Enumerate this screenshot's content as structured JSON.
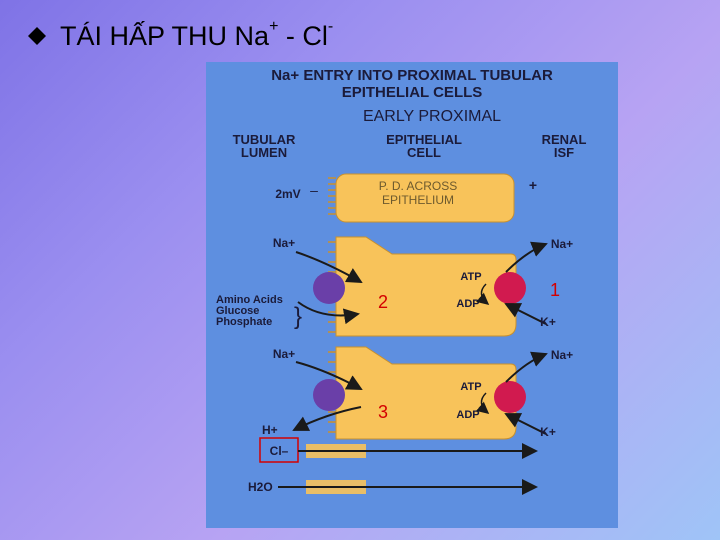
{
  "slide": {
    "title_main": "TÁI HẤP THU Na",
    "title_sup1": "+",
    "title_mid": " - Cl",
    "title_sup2": "-"
  },
  "diagram": {
    "heading_line1": "Na+ ENTRY INTO PROXIMAL TUBULAR",
    "heading_line2": "EPITHELIAL CELLS",
    "subheading": "EARLY PROXIMAL",
    "col_lumen_1": "TUBULAR",
    "col_lumen_2": "LUMEN",
    "col_cell_1": "EPITHELIAL",
    "col_cell_2": "CELL",
    "col_isf_1": "RENAL",
    "col_isf_2": "ISF",
    "pd_value": "2mV",
    "pd_minus": "–",
    "pd_plus": "+",
    "pd_text_1": "P. D. ACROSS",
    "pd_text_2": "EPITHELIUM",
    "na_lumen_1": "Na+",
    "na_lumen_2": "Na+",
    "na_isf_1": "Na+",
    "na_isf_2": "Na+",
    "k_isf_1": "K+",
    "k_isf_2": "K+",
    "atp_1": "ATP",
    "adp_1": "ADP",
    "atp_2": "ATP",
    "adp_2": "ADP",
    "cotransport_1": "Amino Acids",
    "cotransport_2": "Glucose",
    "cotransport_3": "Phosphate",
    "h_ion": "H+",
    "cl_ion": "Cl–",
    "water": "H2O",
    "step_1": "1",
    "step_2": "2",
    "step_3": "3"
  },
  "colors": {
    "panel_bg": "#5e8fe0",
    "cell_fill": "#f8c35a",
    "pump_red": "#d11a4f",
    "carrier_purple": "#6a3fa8",
    "label_red": "#d40000"
  }
}
